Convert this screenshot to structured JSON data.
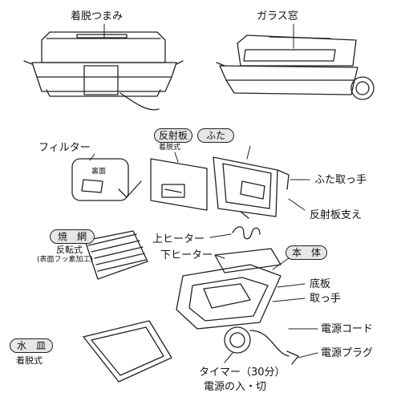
{
  "callouts": {
    "removable_knob": "着脱つまみ",
    "glass_window": "ガラス窓",
    "filter": "フィルター",
    "filter_back": "裏面",
    "reflector": "反射板",
    "reflector_sub": "着脱式",
    "lid": "ふた",
    "lid_handle": "ふた取っ手",
    "reflector_support": "反射板支え",
    "grill_net": "焼　網",
    "grill_net_sub1": "反転式",
    "grill_net_sub2": "(表面フッ素加工)",
    "upper_heater": "上ヒーター",
    "lower_heater": "下ヒーター",
    "body": "本　体",
    "bottom_plate": "底板",
    "handle": "取っ手",
    "power_cord": "電源コード",
    "power_plug": "電源プラグ",
    "water_tray": "水　皿",
    "water_tray_sub": "着脱式",
    "timer1": "タイマー（30分）",
    "timer2": "電源の入・切"
  },
  "colors": {
    "line": "#222222",
    "label_box": "#e6e6e6",
    "background": "#ffffff"
  }
}
